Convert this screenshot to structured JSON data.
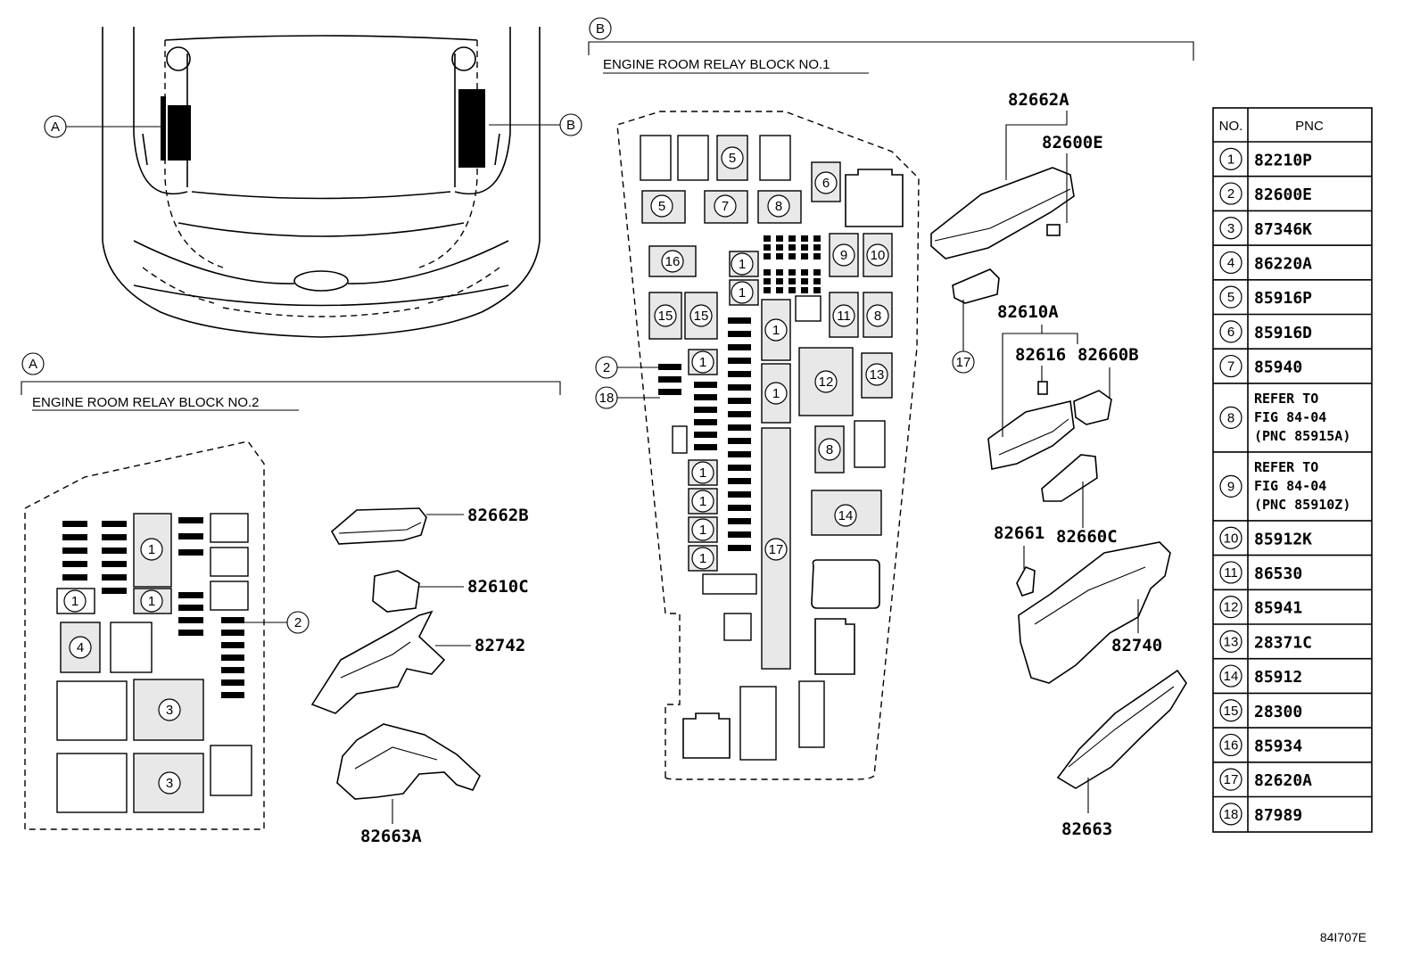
{
  "views": {
    "a": {
      "marker": "A",
      "title": "ENGINE ROOM RELAY BLOCK NO.2"
    },
    "b": {
      "marker": "B",
      "title": "ENGINE ROOM RELAY BLOCK NO.1"
    }
  },
  "callouts": {
    "c82662a": "82662A",
    "c82600e": "82600E",
    "c82610a": "82610A",
    "c82616": "82616",
    "c82660b": "82660B",
    "c82661": "82661",
    "c82660c": "82660C",
    "c82740": "82740",
    "c82663": "82663",
    "c82662b": "82662B",
    "c82610c": "82610C",
    "c82742": "82742",
    "c82663a": "82663A"
  },
  "table": {
    "header_no": "NO.",
    "header_pnc": "PNC",
    "rows": [
      {
        "no": "1",
        "pnc": "82210P"
      },
      {
        "no": "2",
        "pnc": "82600E"
      },
      {
        "no": "3",
        "pnc": "87346K"
      },
      {
        "no": "4",
        "pnc": "86220A"
      },
      {
        "no": "5",
        "pnc": "85916P"
      },
      {
        "no": "6",
        "pnc": "85916D"
      },
      {
        "no": "7",
        "pnc": "85940"
      },
      {
        "no": "8",
        "pnc_lines": [
          "REFER TO",
          "FIG 84-04",
          "(PNC 85915A)"
        ]
      },
      {
        "no": "9",
        "pnc_lines": [
          "REFER TO",
          "FIG 84-04",
          "(PNC 85910Z)"
        ]
      },
      {
        "no": "10",
        "pnc": "85912K"
      },
      {
        "no": "11",
        "pnc": "86530"
      },
      {
        "no": "12",
        "pnc": "85941"
      },
      {
        "no": "13",
        "pnc": "28371C"
      },
      {
        "no": "14",
        "pnc": "85912"
      },
      {
        "no": "15",
        "pnc": "28300"
      },
      {
        "no": "16",
        "pnc": "85934"
      },
      {
        "no": "17",
        "pnc": "82620A"
      },
      {
        "no": "18",
        "pnc": "87989"
      }
    ]
  },
  "figure_id": "84I707E"
}
